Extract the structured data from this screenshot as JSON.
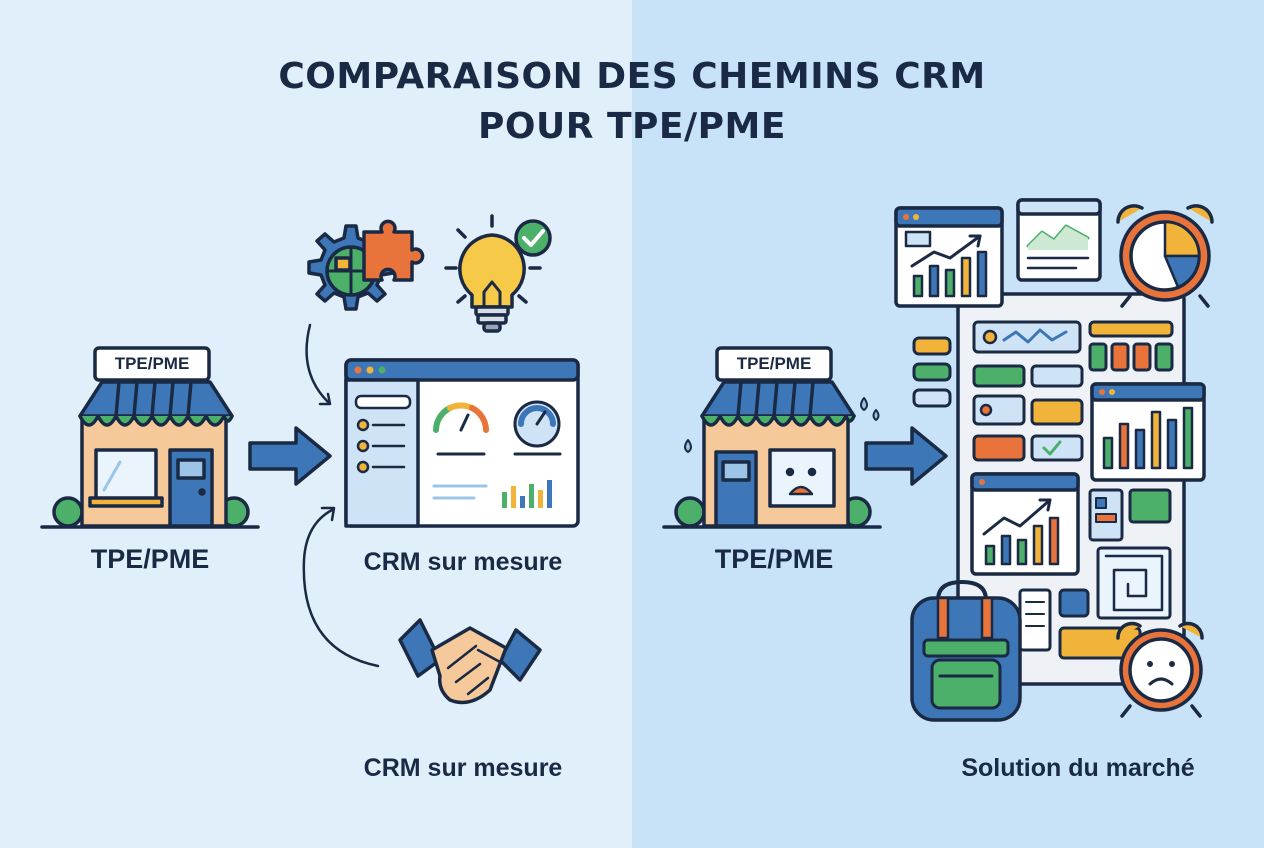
{
  "title": {
    "line1": "COMPARAISON DES CHEMINS CRM",
    "line2": "POUR TPE/PME"
  },
  "left": {
    "store_sign": "TPE/PME",
    "store_label": "TPE/PME",
    "crm_label": "CRM sur mesure",
    "bottom_label": "CRM sur mesure"
  },
  "right": {
    "store_sign": "TPE/PME",
    "store_label": "TPE/PME",
    "market_label": "Solution du marché"
  },
  "colors": {
    "bg_left": "#e1effb",
    "bg_right": "#c8e3f8",
    "outline": "#1b2a44",
    "blue": "#3d77b8",
    "green": "#4caf6a",
    "orange": "#e8743b",
    "yellow": "#f2b33a",
    "peach": "#f6c99a"
  },
  "icons": [
    "storefront-icon",
    "arrow-right-icon",
    "gear-puzzle-icon",
    "lightbulb-icon",
    "check-icon",
    "dashboard-icon",
    "handshake-icon",
    "sad-storefront-icon",
    "chart-window-icon",
    "alarm-clock-icon",
    "backpack-icon",
    "maze-icon"
  ]
}
